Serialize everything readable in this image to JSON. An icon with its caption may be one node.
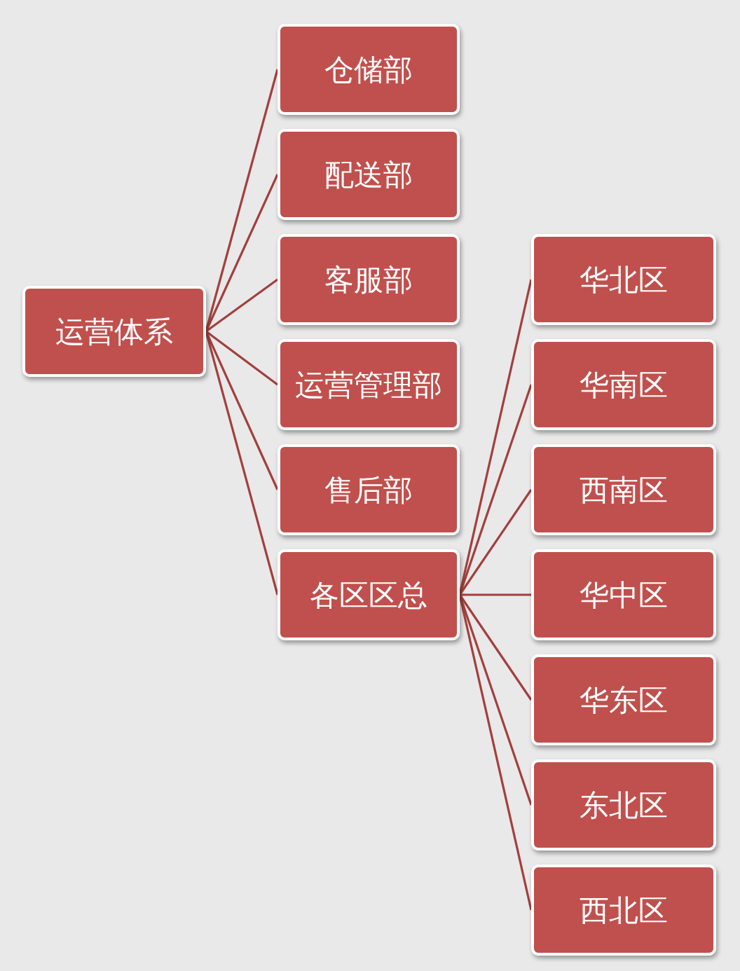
{
  "diagram": {
    "nodes": [
      {
        "text": [
          "运营体系"
        ]
      },
      {
        "text": [
          "仓储部"
        ]
      },
      {
        "text": [
          "配送部"
        ]
      },
      {
        "text": [
          "客服部"
        ]
      },
      {
        "text": [
          "运营管理部"
        ]
      },
      {
        "text": [
          "售后部"
        ]
      },
      {
        "text": [
          "各区区总"
        ]
      },
      {
        "text": [
          "华北区"
        ]
      },
      {
        "text": [
          "华南区"
        ]
      },
      {
        "text": [
          "西南区"
        ]
      },
      {
        "text": [
          "华中区"
        ]
      },
      {
        "text": [
          "华东区"
        ]
      },
      {
        "text": [
          "东北区"
        ]
      },
      {
        "text": [
          "西北区"
        ]
      }
    ],
    "edges": [
      {
        "from": 0,
        "to": 1,
        "arrow": "none"
      },
      {
        "from": 0,
        "to": 2,
        "arrow": "none"
      },
      {
        "from": 0,
        "to": 3,
        "arrow": "none"
      },
      {
        "from": 0,
        "to": 4,
        "arrow": "none"
      },
      {
        "from": 0,
        "to": 5,
        "arrow": "none"
      },
      {
        "from": 0,
        "to": 6,
        "arrow": "none"
      },
      {
        "from": 6,
        "to": 7,
        "arrow": "none"
      },
      {
        "from": 6,
        "to": 8,
        "arrow": "none"
      },
      {
        "from": 6,
        "to": 9,
        "arrow": "none"
      },
      {
        "from": 6,
        "to": 10,
        "arrow": "none"
      },
      {
        "from": 6,
        "to": 11,
        "arrow": "none"
      },
      {
        "from": 6,
        "to": 12,
        "arrow": "none"
      },
      {
        "from": 6,
        "to": 13,
        "arrow": "none"
      }
    ]
  }
}
